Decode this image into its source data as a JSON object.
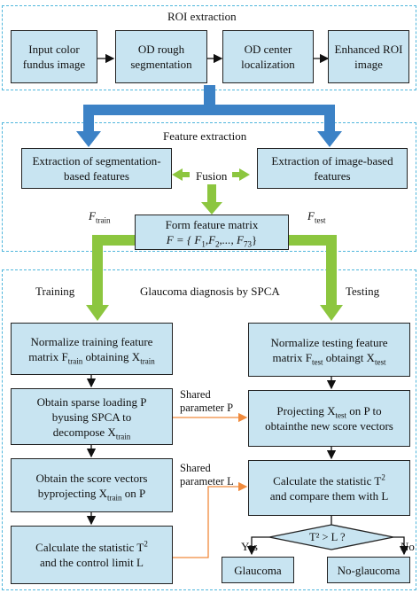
{
  "sections": {
    "roi": "ROI extraction",
    "feature": "Feature extraction",
    "diagnosis": "Glaucoma diagnosis by SPCA"
  },
  "roi_steps": [
    "Input color fundus image",
    "OD rough segmentation",
    "OD center localization",
    "Enhanced ROI image"
  ],
  "features": {
    "left": "Extraction of segmentation-based features",
    "fusion": "Fusion",
    "right": "Extraction of image-based features"
  },
  "matrix": {
    "title": "Form feature matrix",
    "formula_lhs": "F = { F",
    "formula_s1": "1",
    "formula_mid1": ",F",
    "formula_s2": "2",
    "formula_mid2": ",..., F",
    "formula_s3": "73",
    "formula_end": "}",
    "train_main": "F",
    "train_sub": "train",
    "test_main": "F",
    "test_sub": "test"
  },
  "labels": {
    "training": "Training",
    "testing": "Testing",
    "shared_p_1": "Shared",
    "shared_p_2": "parameter P",
    "shared_l_1": "Shared",
    "shared_l_2": "parameter L",
    "yes": "Yes",
    "no": "No",
    "decision": "T² > L ?"
  },
  "train_steps": {
    "s1_a": "Normalize training feature",
    "s1_b": "matrix F",
    "s1_b_sub": "train",
    "s1_c": " obtaining X",
    "s1_c_sub": "train",
    "s2_a": "Obtain sparse loading P",
    "s2_b": "byusing SPCA to",
    "s2_c": "decompose X",
    "s2_c_sub": "train",
    "s3_a": "Obtain the score vectors",
    "s3_b": "byprojecting X",
    "s3_b_sub": "train",
    "s3_c": " on P",
    "s4_a": "Calculate the statistic T",
    "s4_a_sup": "2",
    "s4_b": "and the control limit L"
  },
  "test_steps": {
    "s1_a": "Normalize testing feature",
    "s1_b": "matrix F",
    "s1_b_sub": "test",
    "s1_c": " obtaingt X",
    "s1_c_sub": "test",
    "s2_a": "Projecting X",
    "s2_a_sub": "test",
    "s2_a2": " on P to",
    "s2_b": "obtainthe new score vectors",
    "s3_a": "Calculate the statistic T",
    "s3_a_sup": "2",
    "s3_b": "and compare them with L"
  },
  "outcomes": {
    "glaucoma": "Glaucoma",
    "no_glaucoma": "No-glaucoma"
  },
  "colors": {
    "box_fill": "#c8e4f1",
    "region_border": "#4fb6dc",
    "blue_arrow": "#3c82c6",
    "green_arrow": "#8cc63f",
    "orange_line": "#f08a3c"
  }
}
